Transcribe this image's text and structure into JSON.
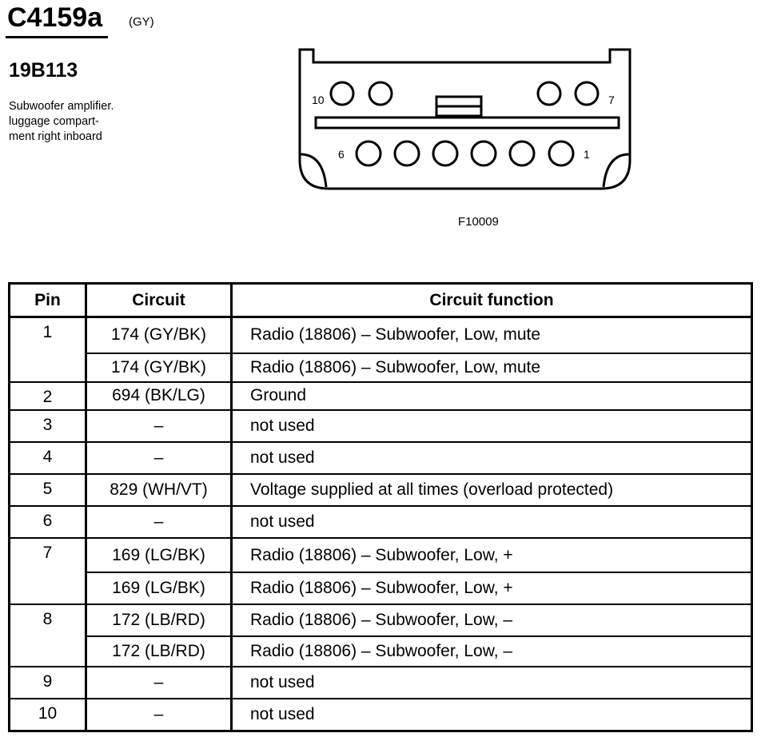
{
  "header": {
    "connector_id": "C4159a",
    "color_code": "(GY)",
    "part_number": "19B113",
    "description": "Subwoofer amplifier.\nluggage compart-\nment right inboard",
    "figure_code": "F10009"
  },
  "diagram": {
    "pin_labels": {
      "p10": "10",
      "p7": "7",
      "p6": "6",
      "p1": "1"
    }
  },
  "table": {
    "headers": {
      "pin": "Pin",
      "circuit": "Circuit",
      "function": "Circuit function"
    },
    "groups": [
      {
        "pin": "1",
        "rows": [
          {
            "circuit": "174 (GY/BK)",
            "function": "Radio (18806) – Subwoofer, Low, mute"
          },
          {
            "circuit": "174 (GY/BK)",
            "function": "Radio (18806) – Subwoofer, Low, mute"
          }
        ]
      },
      {
        "pin": "2",
        "rows": [
          {
            "circuit": "694 (BK/LG)",
            "function": "Ground"
          }
        ]
      },
      {
        "pin": "3",
        "rows": [
          {
            "circuit": "–",
            "function": "not used"
          }
        ]
      },
      {
        "pin": "4",
        "rows": [
          {
            "circuit": "–",
            "function": "not used"
          }
        ]
      },
      {
        "pin": "5",
        "rows": [
          {
            "circuit": "829 (WH/VT)",
            "function": "Voltage supplied at all times (overload protected)"
          }
        ]
      },
      {
        "pin": "6",
        "rows": [
          {
            "circuit": "–",
            "function": "not used"
          }
        ]
      },
      {
        "pin": "7",
        "rows": [
          {
            "circuit": "169 (LG/BK)",
            "function": "Radio (18806) – Subwoofer, Low, +"
          },
          {
            "circuit": "169 (LG/BK)",
            "function": "Radio (18806) – Subwoofer, Low, +"
          }
        ]
      },
      {
        "pin": "8",
        "rows": [
          {
            "circuit": "172 (LB/RD)",
            "function": "Radio (18806) – Subwoofer, Low, –"
          },
          {
            "circuit": "172 (LB/RD)",
            "function": "Radio (18806) – Subwoofer, Low, –"
          }
        ]
      },
      {
        "pin": "9",
        "rows": [
          {
            "circuit": "–",
            "function": "not used"
          }
        ]
      },
      {
        "pin": "10",
        "rows": [
          {
            "circuit": "–",
            "function": "not used"
          }
        ]
      }
    ]
  }
}
